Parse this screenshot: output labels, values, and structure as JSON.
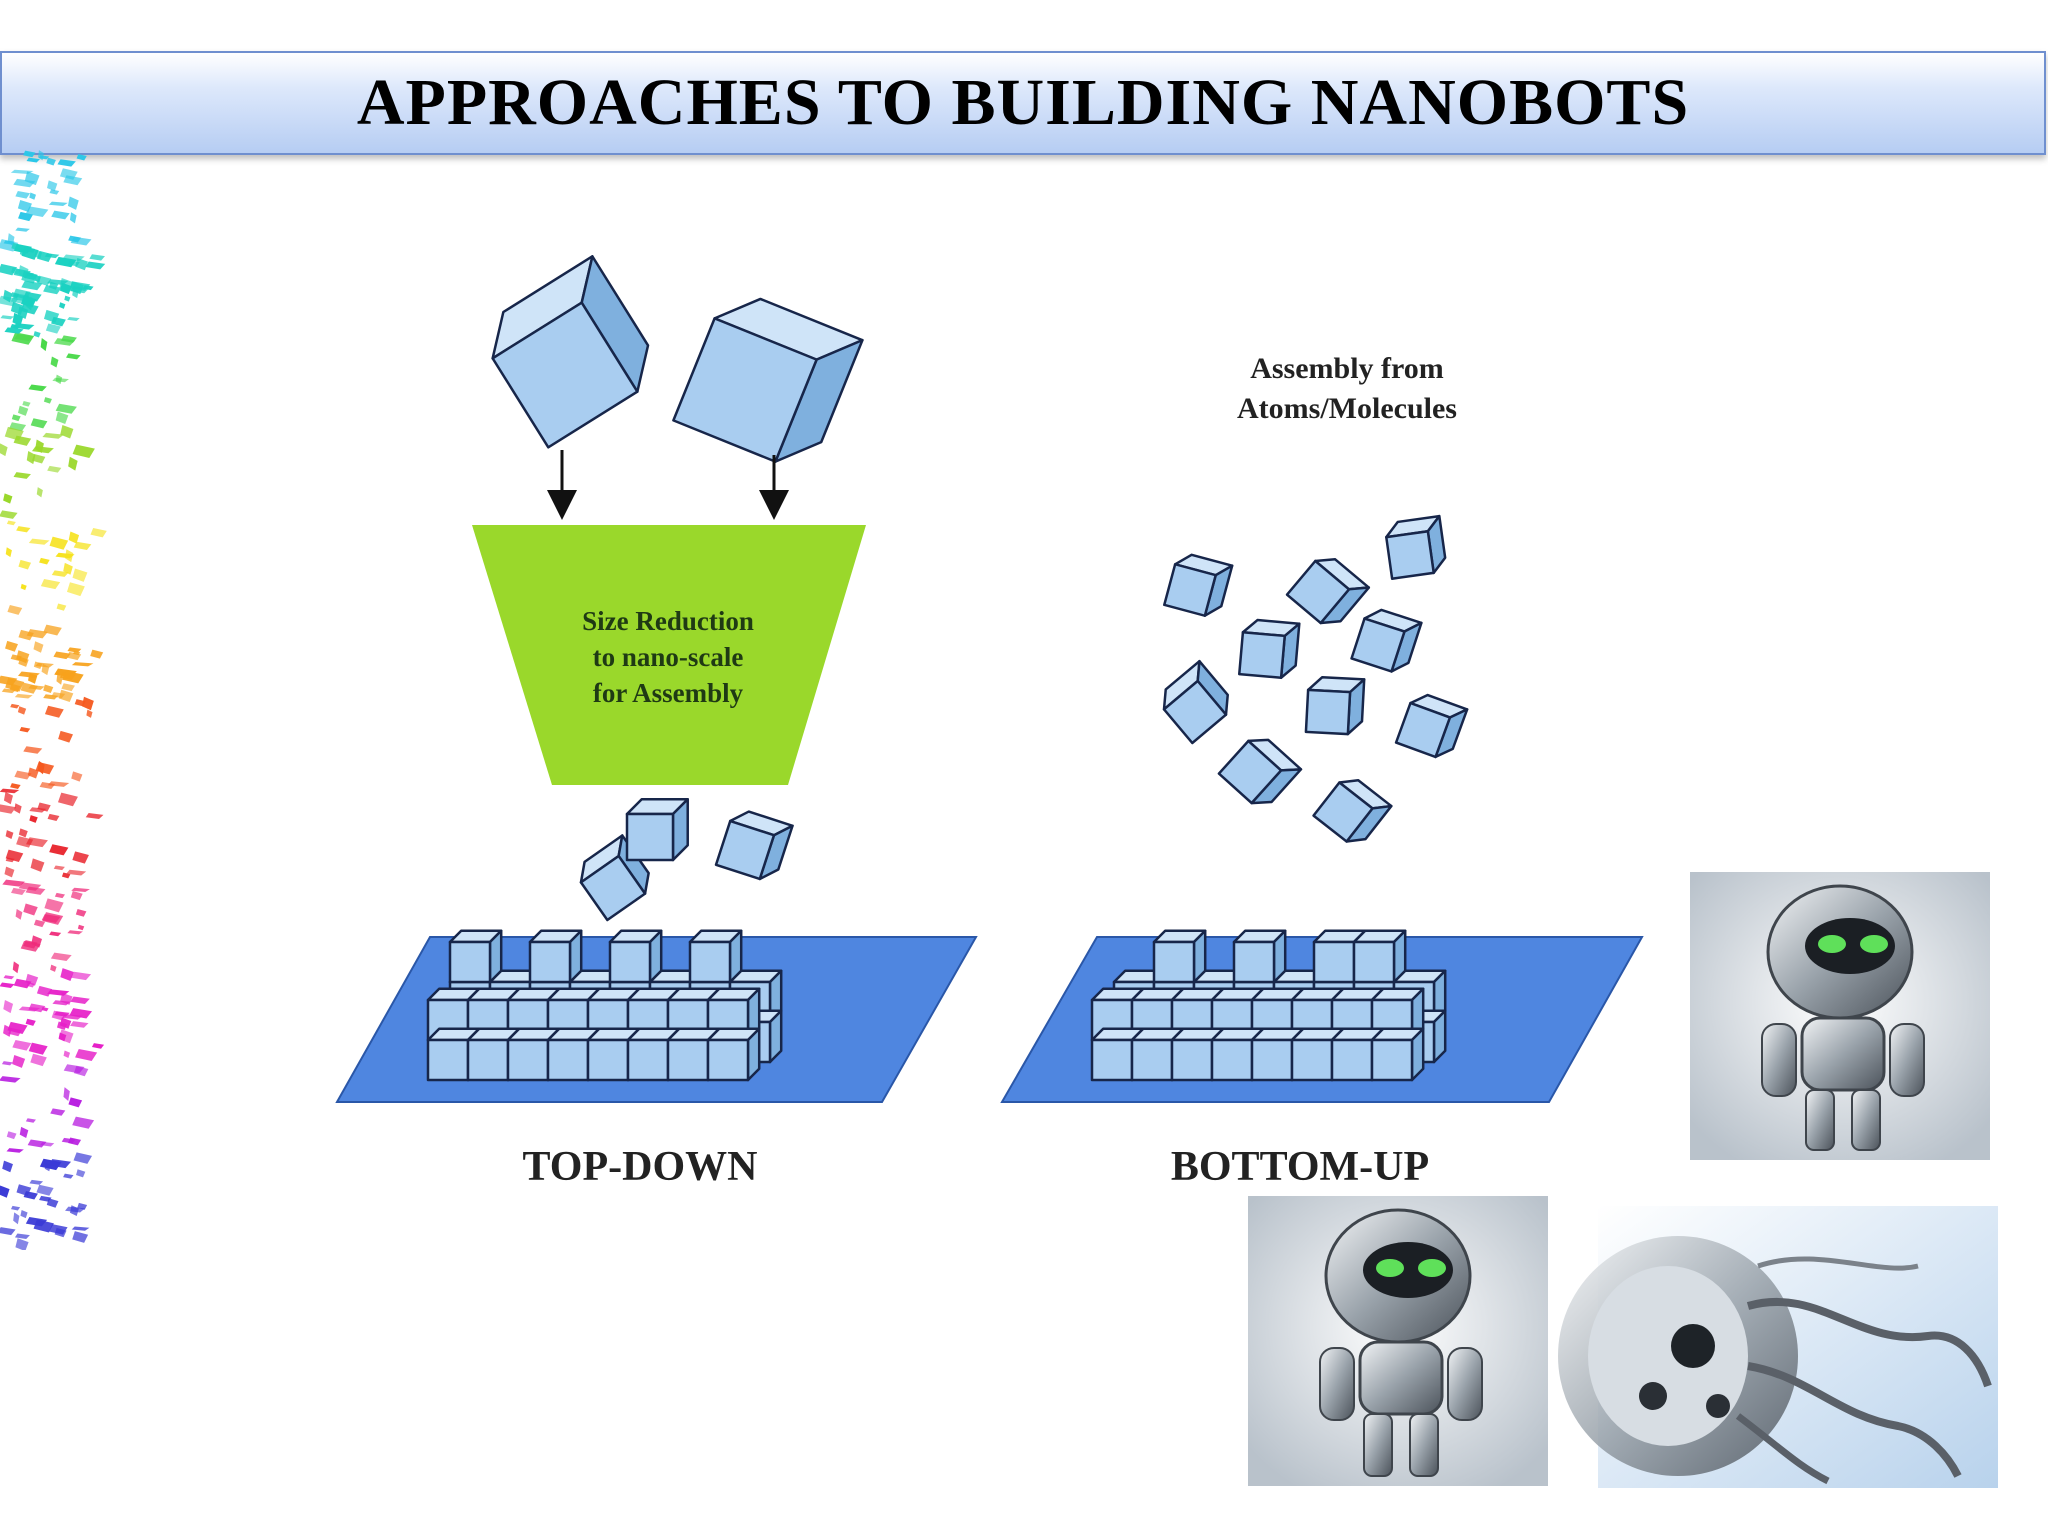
{
  "slide": {
    "title": "APPROACHES TO BUILDING NANOBOTS"
  },
  "diagram": {
    "funnel_text": [
      "Size Reduction",
      "to nano-scale",
      "for Assembly"
    ],
    "assembly_text": [
      "Assembly from",
      "Atoms/Molecules"
    ],
    "label_top_down": "TOP-DOWN",
    "label_bottom_up": "BOTTOM-UP"
  },
  "colors": {
    "cube_face": "#a9cdf0",
    "cube_top": "#cfe4f8",
    "cube_side": "#7fb0de",
    "funnel": "#9ad82b",
    "platform": "#4f86e0",
    "title_border": "#6f8fcf"
  },
  "images": [
    {
      "name": "robot-photo-1",
      "subject": "silver-robot"
    },
    {
      "name": "robot-photo-2",
      "subject": "silver-robot"
    },
    {
      "name": "nanobot-photo",
      "subject": "mechanical-insect-nanobot"
    }
  ]
}
